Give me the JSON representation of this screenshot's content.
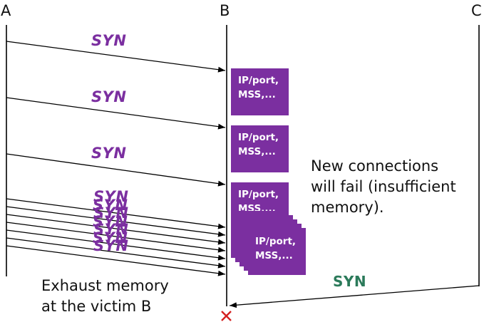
{
  "hosts": {
    "a": "A",
    "b": "B",
    "c": "C"
  },
  "syn_label": "SYN",
  "syn_flood_count": 7,
  "state_box_text": "IP/port,\nMSS,...",
  "note_failure": "New connections\nwill fail (insufficient\nmemory).",
  "note_exhaust": "Exhaust memory\nat the victim B",
  "colors": {
    "syn": "#7b2fa0",
    "syn_from_c": "#2b7a5a",
    "state_box": "#7b2fa0",
    "line": "#000000",
    "fail_mark": "#d42020"
  },
  "icons": {
    "fail": "cross-mark-icon"
  }
}
